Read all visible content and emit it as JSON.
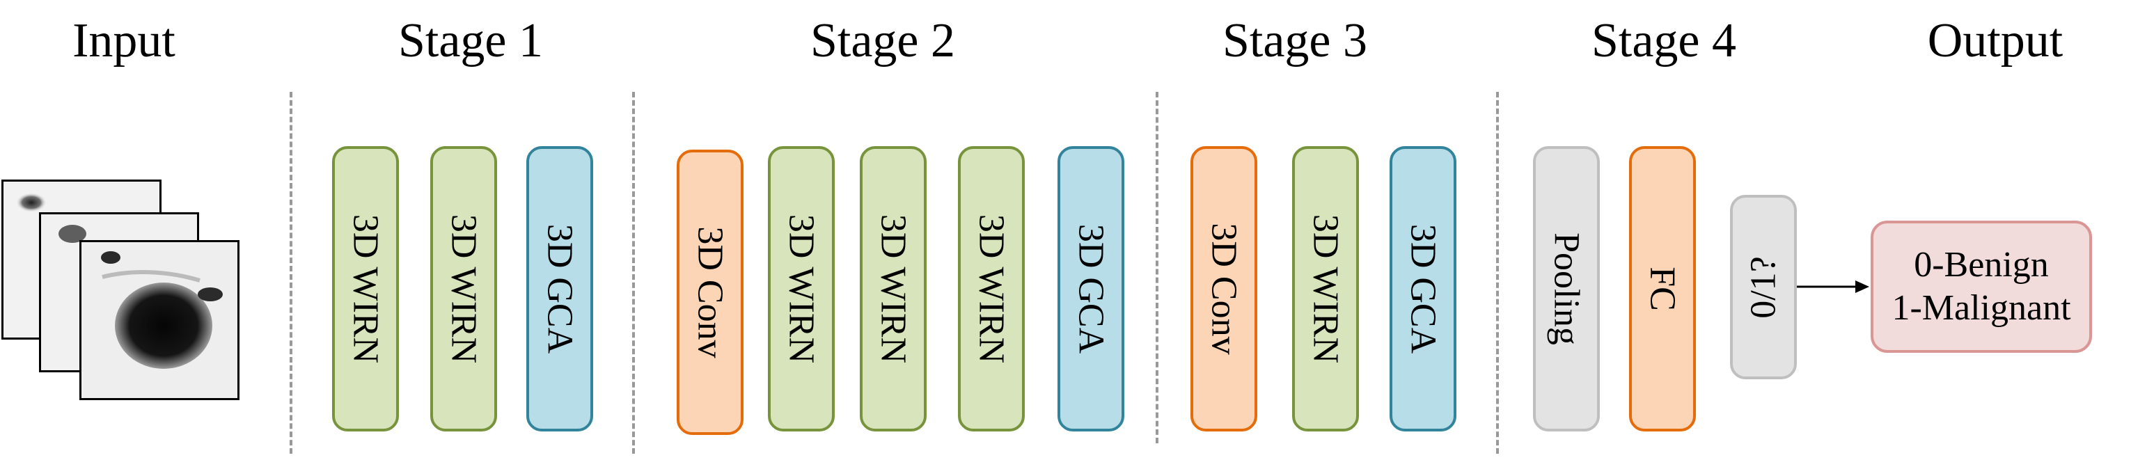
{
  "headers": {
    "input": "Input",
    "stage1": "Stage 1",
    "stage2": "Stage 2",
    "stage3": "Stage 3",
    "stage4": "Stage 4",
    "output": "Output"
  },
  "stage1": {
    "blocks": [
      "3D WIRN",
      "3D WIRN",
      "3D GCA"
    ]
  },
  "stage2": {
    "blocks": [
      "3D Conv",
      "3D WIRN",
      "3D WIRN",
      "3D WIRN",
      "3D GCA"
    ]
  },
  "stage3": {
    "blocks": [
      "3D Conv",
      "3D WIRN",
      "3D GCA"
    ]
  },
  "stage4": {
    "blocks": [
      "Pooling",
      "FC"
    ]
  },
  "prediction": {
    "label": "0/1?"
  },
  "output": {
    "line1": "0-Benign",
    "line2": "1-Malignant"
  },
  "colors": {
    "wirn_fill": "#d8e4bc",
    "wirn_border": "#77933c",
    "gca_fill": "#b7dde8",
    "gca_border": "#31849b",
    "conv_fill": "#fbd5b5",
    "conv_border": "#e46c0a",
    "grey_fill": "#e3e3e3",
    "grey_border": "#bfbfbf",
    "output_fill": "#f2dcdb",
    "output_border": "#d99694"
  }
}
